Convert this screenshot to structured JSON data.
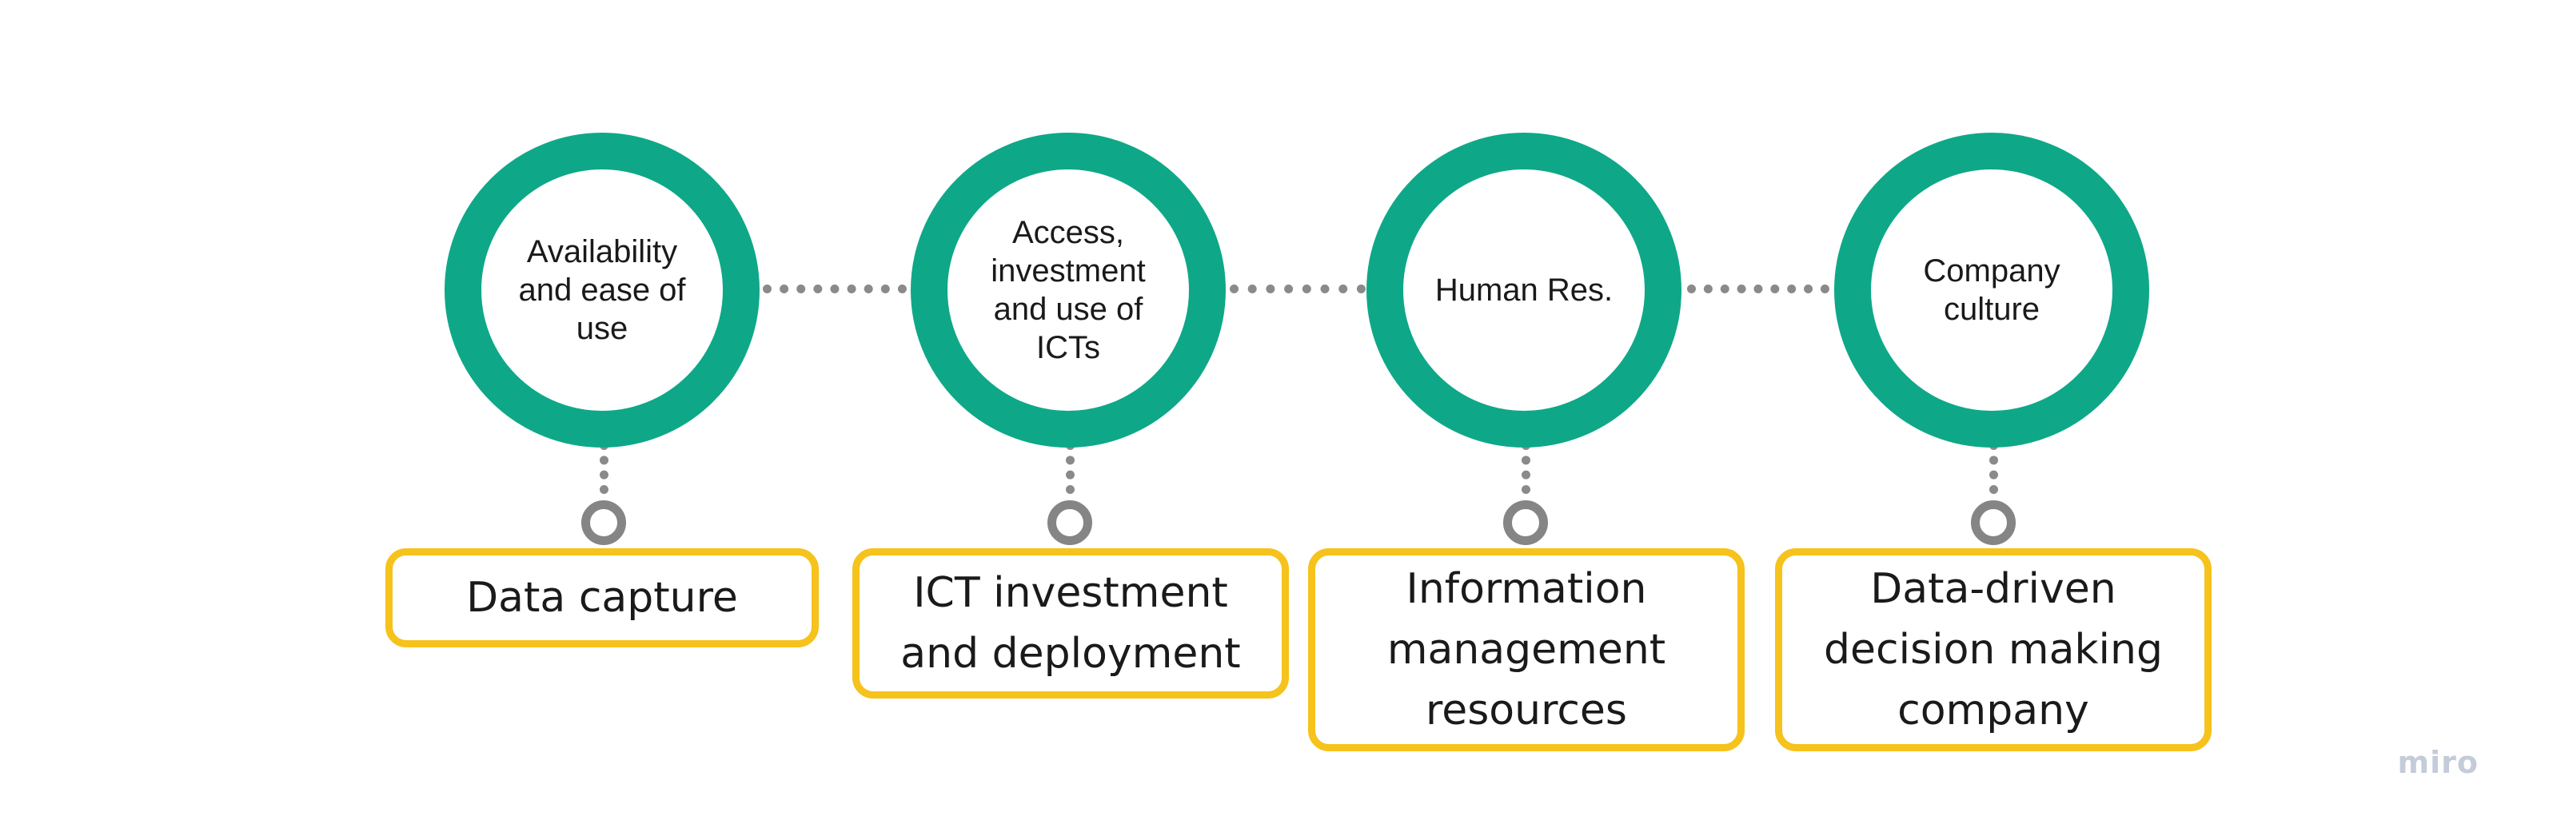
{
  "stages": [
    {
      "circle_label": "Availability and ease of use",
      "box_label": "Data capture"
    },
    {
      "circle_label": "Access, investment and use of ICTs",
      "box_label": "ICT investment and deployment"
    },
    {
      "circle_label": "Human Res.",
      "box_label": "Information management resources"
    },
    {
      "circle_label": "Company culture",
      "box_label": "Data-driven decision making company"
    }
  ],
  "brand": "miro",
  "colors": {
    "ring": "#0ea888",
    "box_border": "#f6c21c",
    "connector": "#8a8a8a"
  }
}
